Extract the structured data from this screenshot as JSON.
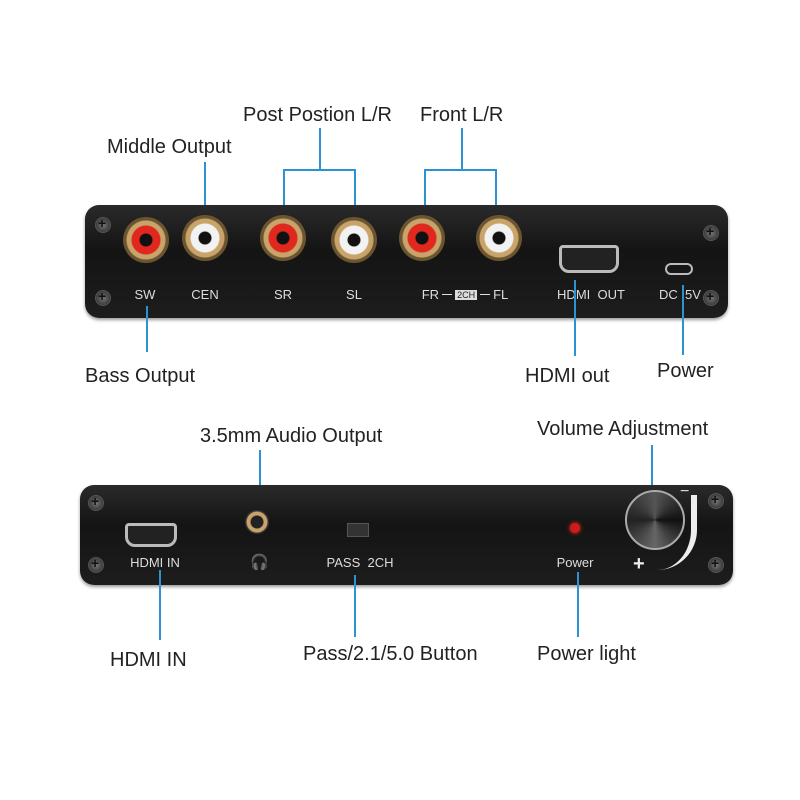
{
  "top_panel": {
    "callouts": {
      "middle": "Middle Output",
      "post": "Post Postion L/R",
      "front": "Front L/R",
      "bass": "Bass Output",
      "hdmi_out": "HDMI out",
      "power": "Power"
    },
    "port_labels": {
      "sw": "SW",
      "cen": "CEN",
      "sr": "SR",
      "sl": "SL",
      "fr": "FR",
      "ch2": "2CH",
      "fl": "FL",
      "hdmi": "HDMI  OUT",
      "dc": "DC  5V"
    }
  },
  "bottom_panel": {
    "callouts": {
      "audio": "3.5mm Audio Output",
      "volume": "Volume Adjustment",
      "hdmi_in": "HDMI IN",
      "pass": "Pass/2.1/5.0 Button",
      "power_light": "Power light"
    },
    "port_labels": {
      "hdmi": "HDMI IN",
      "pass": "PASS  2CH",
      "power": "Power",
      "minus": "−",
      "plus": "+"
    }
  },
  "colors": {
    "callout": "#2b93d4",
    "rca_red": "#e0281e",
    "rca_white": "#f2f2f2"
  }
}
